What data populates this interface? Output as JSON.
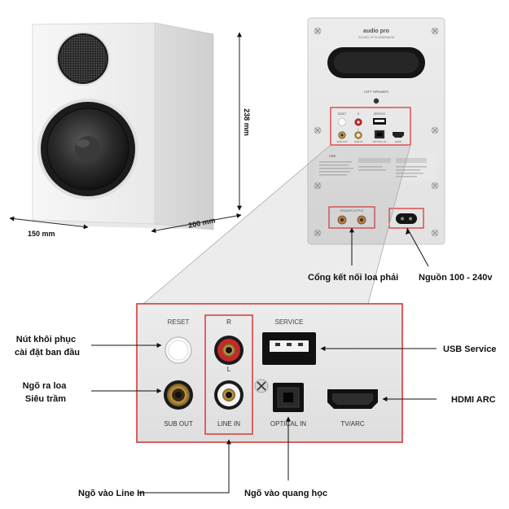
{
  "dimensions": {
    "height": "238 mm",
    "depth": "200 mm",
    "width": "150 mm"
  },
  "back_panel": {
    "brand": "audio pro",
    "tagline": "SOUND OF SCANDINAVIA",
    "speaker_label": "LEFT SPEAKER",
    "model": "A26",
    "small_labels": {
      "reset": "RESET",
      "r": "R",
      "l": "L",
      "service": "SERVICE",
      "sub_out": "SUB OUT",
      "line_in": "LINE IN",
      "optical_in": "OPTICAL IN",
      "hdmi": "HDMI",
      "speaker_out": "SPEAKER OUTPUT"
    }
  },
  "callouts": {
    "right_speaker": "Cổng kết nối loa phải",
    "power": "Nguồn 100 - 240v",
    "reset": "Nút khôi phục cài đặt ban đầu",
    "sub_out": "Ngõ ra loa Siêu trầm",
    "usb": "USB Service",
    "hdmi": "HDMI ARC",
    "line_in": "Ngõ vào Line In",
    "optical": "Ngõ vào quang học"
  },
  "zoom_panel": {
    "reset": "RESET",
    "r": "R",
    "l": "L",
    "service": "SERVICE",
    "sub_out": "SUB OUT",
    "line_in": "LINE IN",
    "optical_in": "OPTICAL IN",
    "tv_arc": "TV/ARC"
  },
  "colors": {
    "highlight": "#d93838",
    "cabinet": "#f1f1f1",
    "panel": "#e6e6e6",
    "text": "#111111"
  }
}
